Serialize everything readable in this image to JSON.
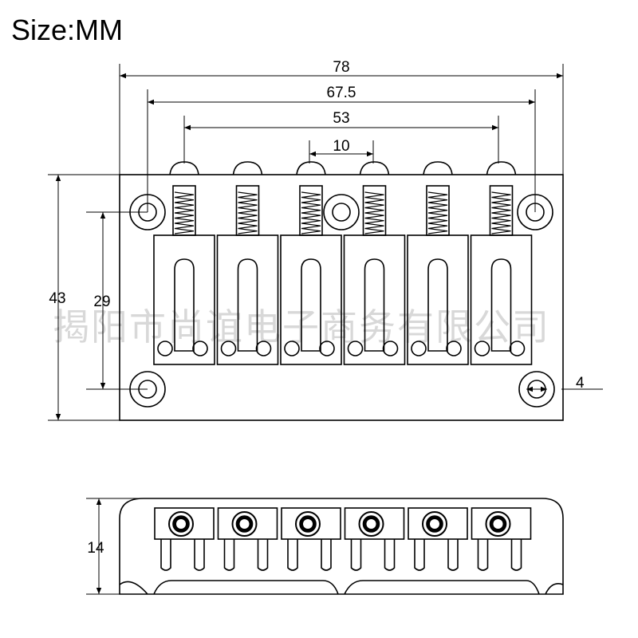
{
  "title": "Size:MM",
  "watermark": "揭阳市尚谊电子商务有限公司",
  "dimensions": {
    "overall_width": "78",
    "outer_screw_spacing": "67.5",
    "outer_saddle_spacing": "53",
    "string_spacing": "10",
    "overall_length": "43",
    "mount_hole_spacing": "29",
    "hole_diameter": "4",
    "height": "14"
  },
  "saddle_count": 6,
  "colors": {
    "line": "#000000",
    "watermark": "#d8d8d8"
  }
}
